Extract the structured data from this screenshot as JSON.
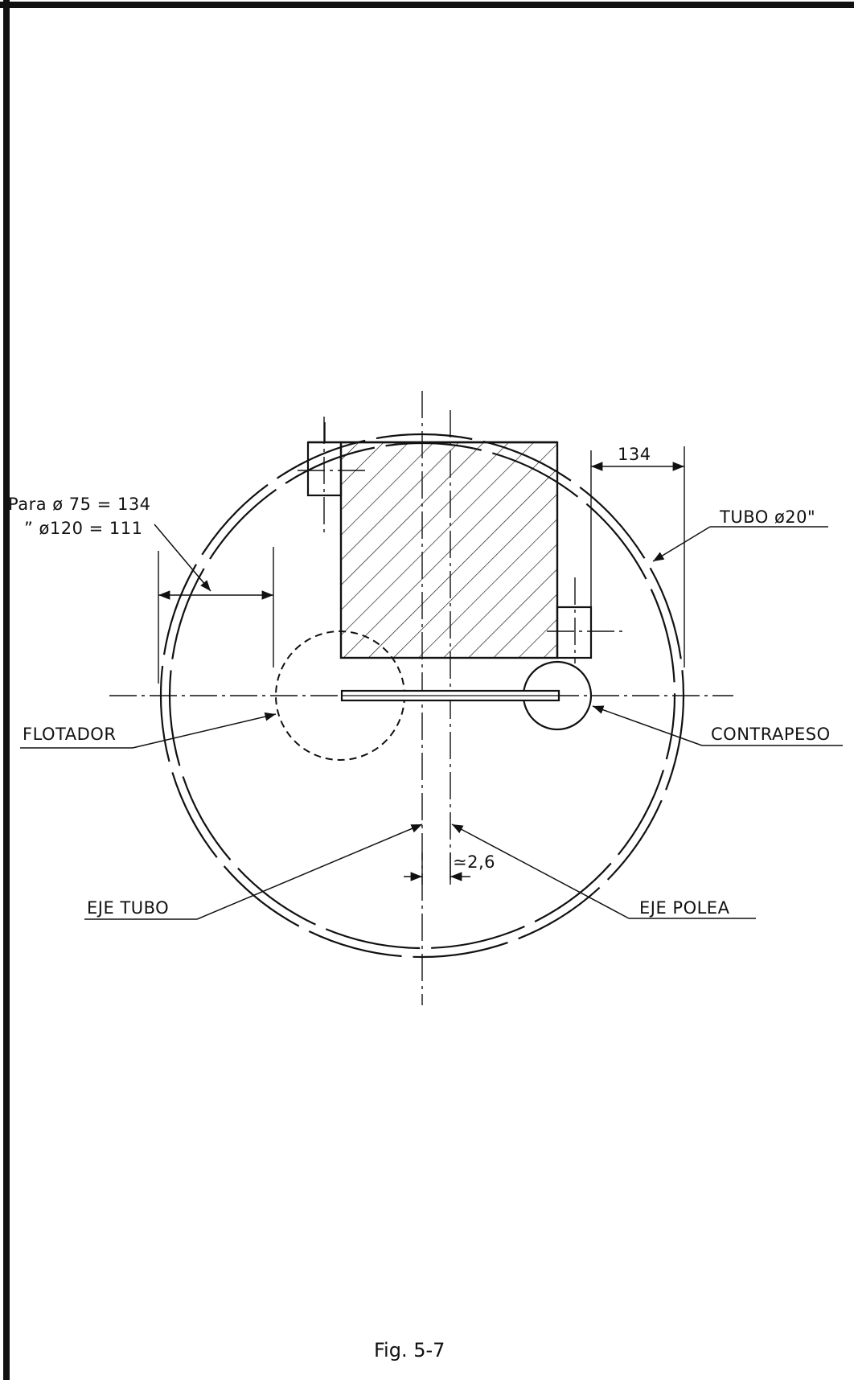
{
  "labels": {
    "para_line1": "Para ø 75 = 134",
    "para_line2": "”  ø120 = 111",
    "dim_134": "134",
    "tubo": "TUBO ø20\"",
    "flotador": "FLOTADOR",
    "contrapeso": "CONTRAPESO",
    "offset": "≃2,6",
    "eje_tubo": "EJE TUBO",
    "eje_polea": "EJE POLEA",
    "caption": "Fig. 5-7"
  },
  "colors": {
    "ink": "#111111",
    "paper": "#ffffff"
  }
}
